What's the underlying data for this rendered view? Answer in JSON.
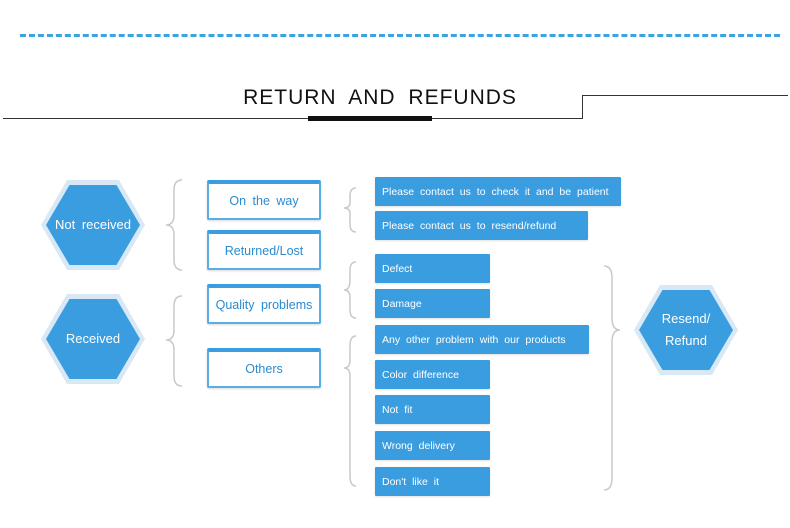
{
  "header": {
    "title": "RETURN AND REFUNDS"
  },
  "left": {
    "not_received": "Not received",
    "received": "Received"
  },
  "middle": {
    "on_the_way": "On the way",
    "returned_lost": "Returned/Lost",
    "quality_problems": "Quality problems",
    "others": "Others"
  },
  "right": {
    "check_patient": "Please contact us to check it and be patient",
    "resend_refund": "Please contact us to resend/refund",
    "defect": "Defect",
    "damage": "Damage",
    "any_other": "Any other problem with our products",
    "color_difference": "Color difference",
    "not_fit": "Not fit",
    "wrong_delivery": "Wrong delivery",
    "dont_like": "Don't like it"
  },
  "result": {
    "line1": "Resend/",
    "line2": "Refund"
  },
  "colors": {
    "accent": "#3a9de0",
    "hex_border": "#d8e9f5",
    "dash": "#3aa3e0"
  }
}
